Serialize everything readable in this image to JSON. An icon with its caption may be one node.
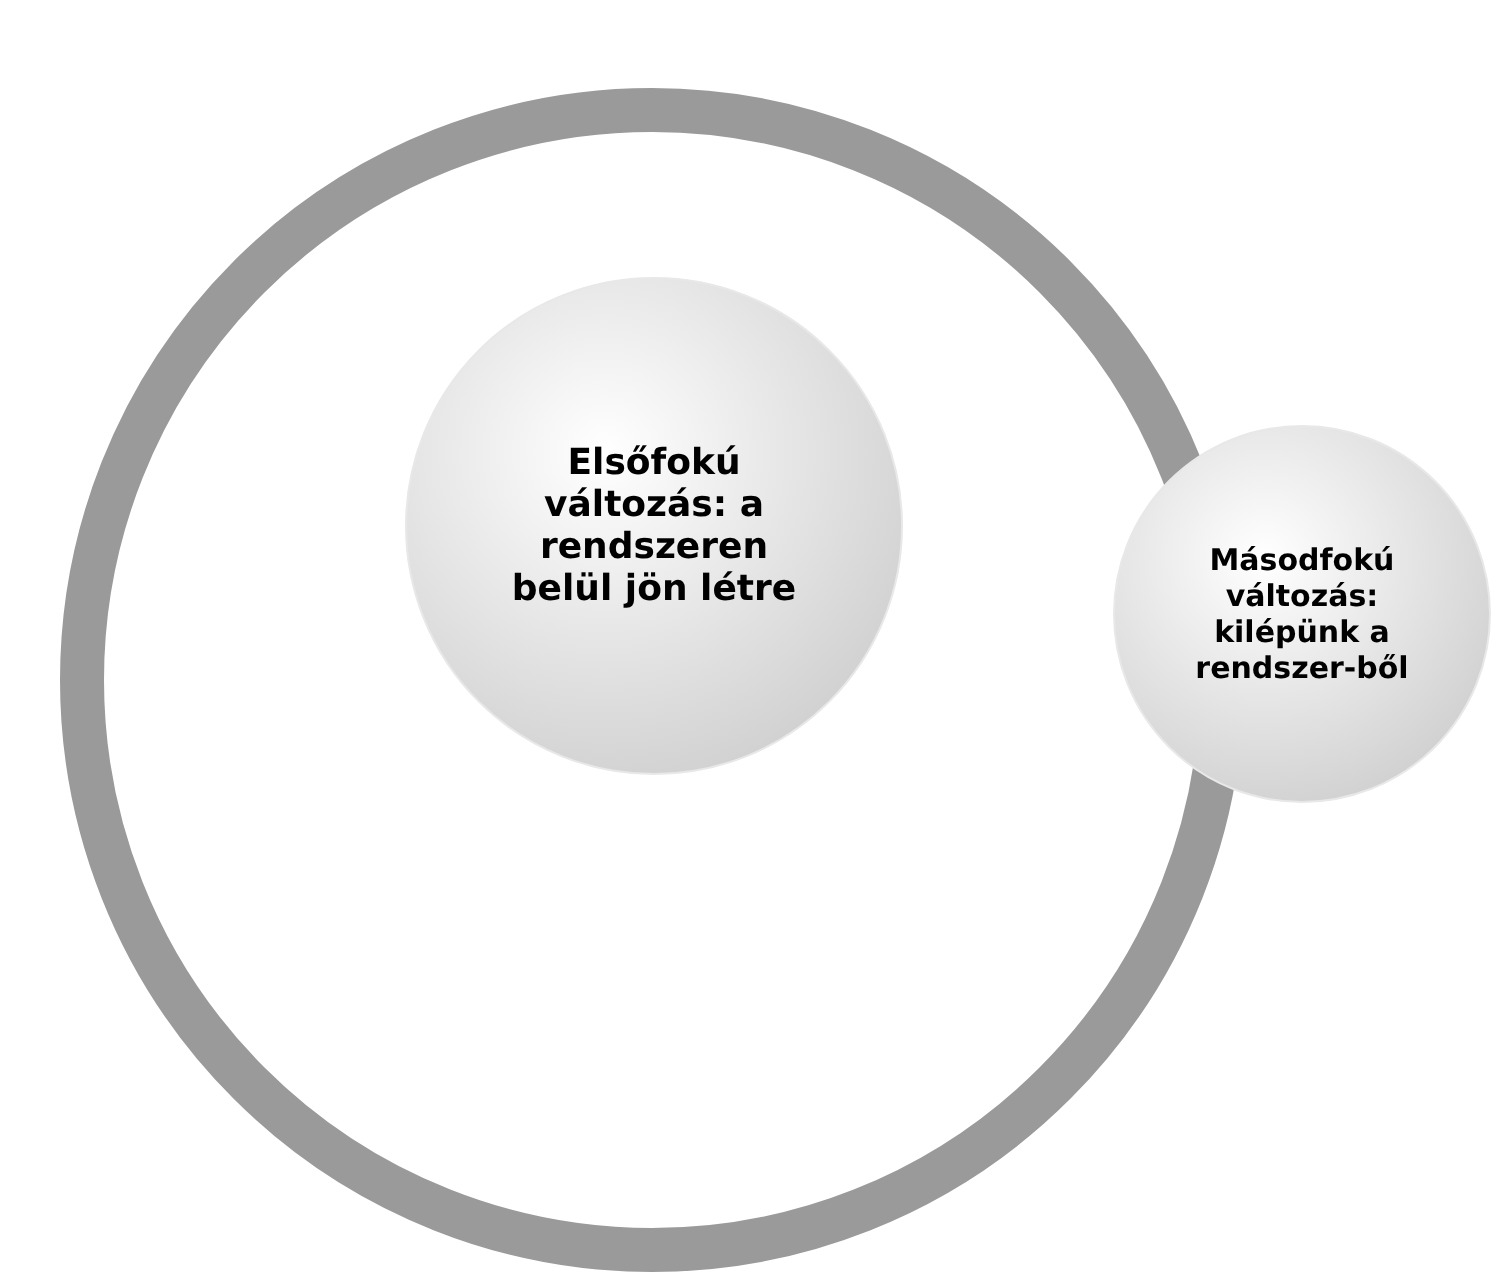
{
  "diagram": {
    "nodes": [
      {
        "text": [],
        "shape": "circle"
      },
      {
        "text": [
          "Elsőfokú változás: a rendszeren belül jön létre"
        ],
        "in": 0
      },
      {
        "text": [
          "Másodfokú változás: kilépünk a rendszer-ből"
        ]
      }
    ]
  }
}
